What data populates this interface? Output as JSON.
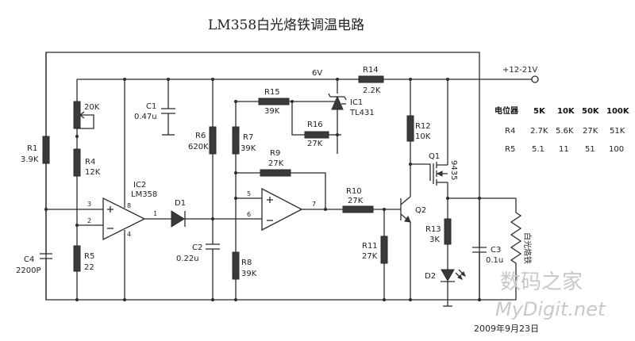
{
  "title": "LM358白光烙铁调温电路",
  "supply": {
    "rail": "6V",
    "input": "+12-21V"
  },
  "components": {
    "r1": {
      "name": "R1",
      "value": "3.9K"
    },
    "pot": {
      "value": "20K"
    },
    "r4": {
      "name": "R4",
      "value": "12K"
    },
    "r5": {
      "name": "R5",
      "value": "22"
    },
    "c4": {
      "name": "C4",
      "value": "2200P"
    },
    "c1": {
      "name": "C1",
      "value": "0.47u"
    },
    "ic2": {
      "name": "IC2",
      "part": "LM358"
    },
    "d1": {
      "name": "D1"
    },
    "r6": {
      "name": "R6",
      "value": "620K"
    },
    "c2": {
      "name": "C2",
      "value": "0.22u"
    },
    "r7": {
      "name": "R7",
      "value": "39K"
    },
    "r8": {
      "name": "R8",
      "value": "39K"
    },
    "r15": {
      "name": "R15",
      "value": "39K"
    },
    "r16": {
      "name": "R16",
      "value": "27K"
    },
    "r14": {
      "name": "R14",
      "value": "2.2K"
    },
    "ic1": {
      "name": "IC1",
      "part": "TL431"
    },
    "r9": {
      "name": "R9",
      "value": "27K"
    },
    "r10": {
      "name": "R10",
      "value": "27K"
    },
    "r11": {
      "name": "R11",
      "value": "27K"
    },
    "r12": {
      "name": "R12",
      "value": "10K"
    },
    "r13": {
      "name": "R13",
      "value": "3K"
    },
    "q1": {
      "name": "Q1",
      "part": "9435"
    },
    "q2": {
      "name": "Q2"
    },
    "d2": {
      "name": "D2"
    },
    "c3": {
      "name": "C3",
      "value": "0.1u"
    },
    "heater": {
      "label": "白光烙铁"
    }
  },
  "pins": {
    "p3": "3",
    "p2": "2",
    "p8": "8",
    "p4": "4",
    "p1": "1",
    "p5": "5",
    "p6": "6",
    "p7": "7"
  },
  "table": {
    "headers": [
      "电位器",
      "5K",
      "10K",
      "50K",
      "100K"
    ],
    "rows": [
      [
        "R4",
        "2.7K",
        "5.6K",
        "27K",
        "51K"
      ],
      [
        "R5",
        "5.1",
        "11",
        "51",
        "100"
      ]
    ]
  },
  "watermark": {
    "cn": "数码之家",
    "en": "MyDigit.net"
  },
  "date": "2009年9月23日"
}
